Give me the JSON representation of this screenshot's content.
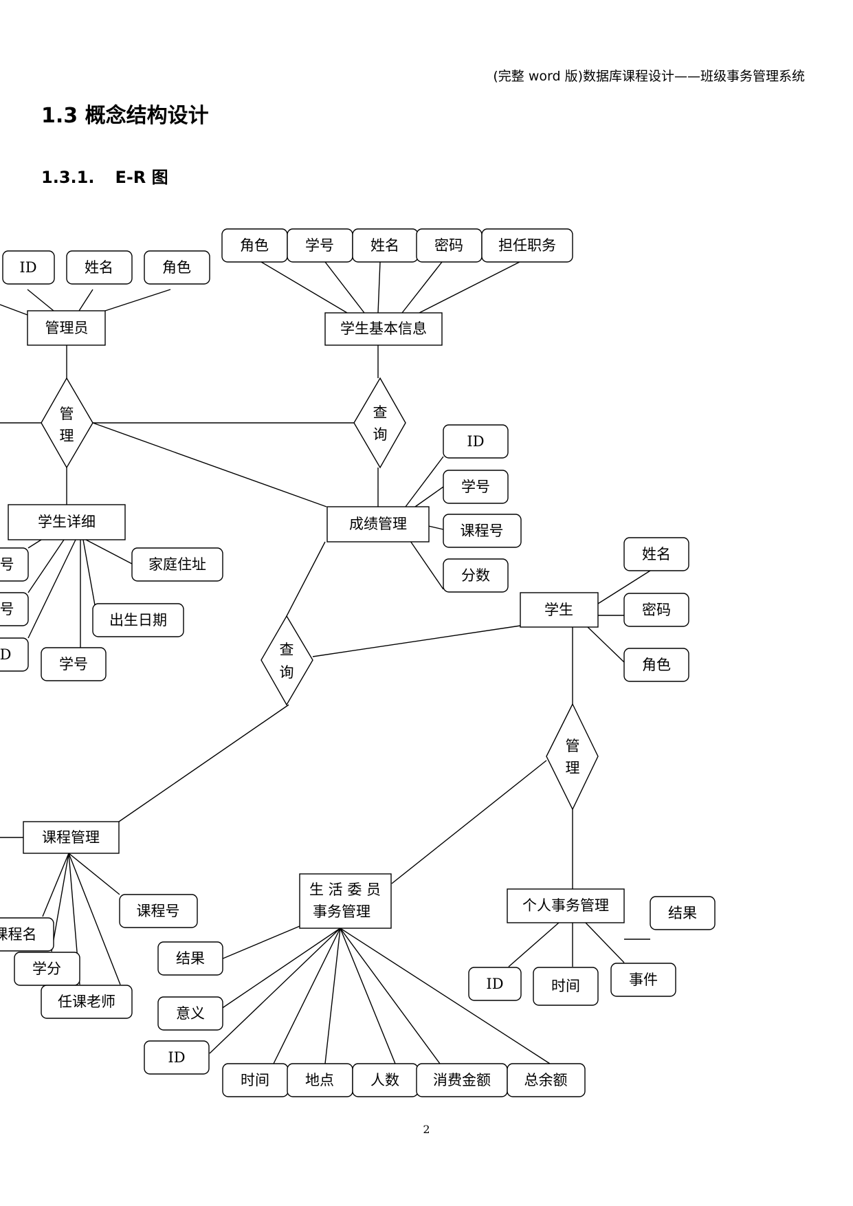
{
  "header": {
    "running_title": "(完整 word 版)数据库课程设计——班级事务管理系统"
  },
  "section": {
    "title": "1.3 概念结构设计"
  },
  "subsection": {
    "number": "1.3.1.",
    "title": "E-R 图"
  },
  "page_number": "2",
  "entities": {
    "admin": "管理员",
    "student_basic": "学生基本信息",
    "student_detail": "学生详细",
    "grade_mgmt": "成绩管理",
    "student": "学生",
    "course_mgmt": "课程管理",
    "life_committee": [
      "生 活 委 员",
      "事务管理"
    ],
    "personal_affairs": "个人事务管理"
  },
  "relationships": {
    "manage_1": [
      "管",
      "理"
    ],
    "query_1": [
      "查",
      "询"
    ],
    "query_2": [
      "查",
      "询"
    ],
    "manage_2": [
      "管",
      "理"
    ]
  },
  "attributes": {
    "admin": [
      "ID",
      "姓名",
      "角色"
    ],
    "student_basic": [
      "角色",
      "学号",
      "姓名",
      "密码",
      "担任职务"
    ],
    "grade_mgmt": [
      "ID",
      "学号",
      "课程号",
      "分数"
    ],
    "student_detail": [
      "号",
      "号",
      "D",
      "学号",
      "出生日期",
      "家庭住址"
    ],
    "student": [
      "姓名",
      "密码",
      "角色"
    ],
    "course_mgmt": [
      "课程号",
      "课程名",
      "学分",
      "任课老师"
    ],
    "life_committee": [
      "结果",
      "意义",
      "ID",
      "时间",
      "地点",
      "人数",
      "消费金额",
      "总余额"
    ],
    "personal_affairs": [
      "ID",
      "时间",
      "事件",
      "结果"
    ]
  }
}
